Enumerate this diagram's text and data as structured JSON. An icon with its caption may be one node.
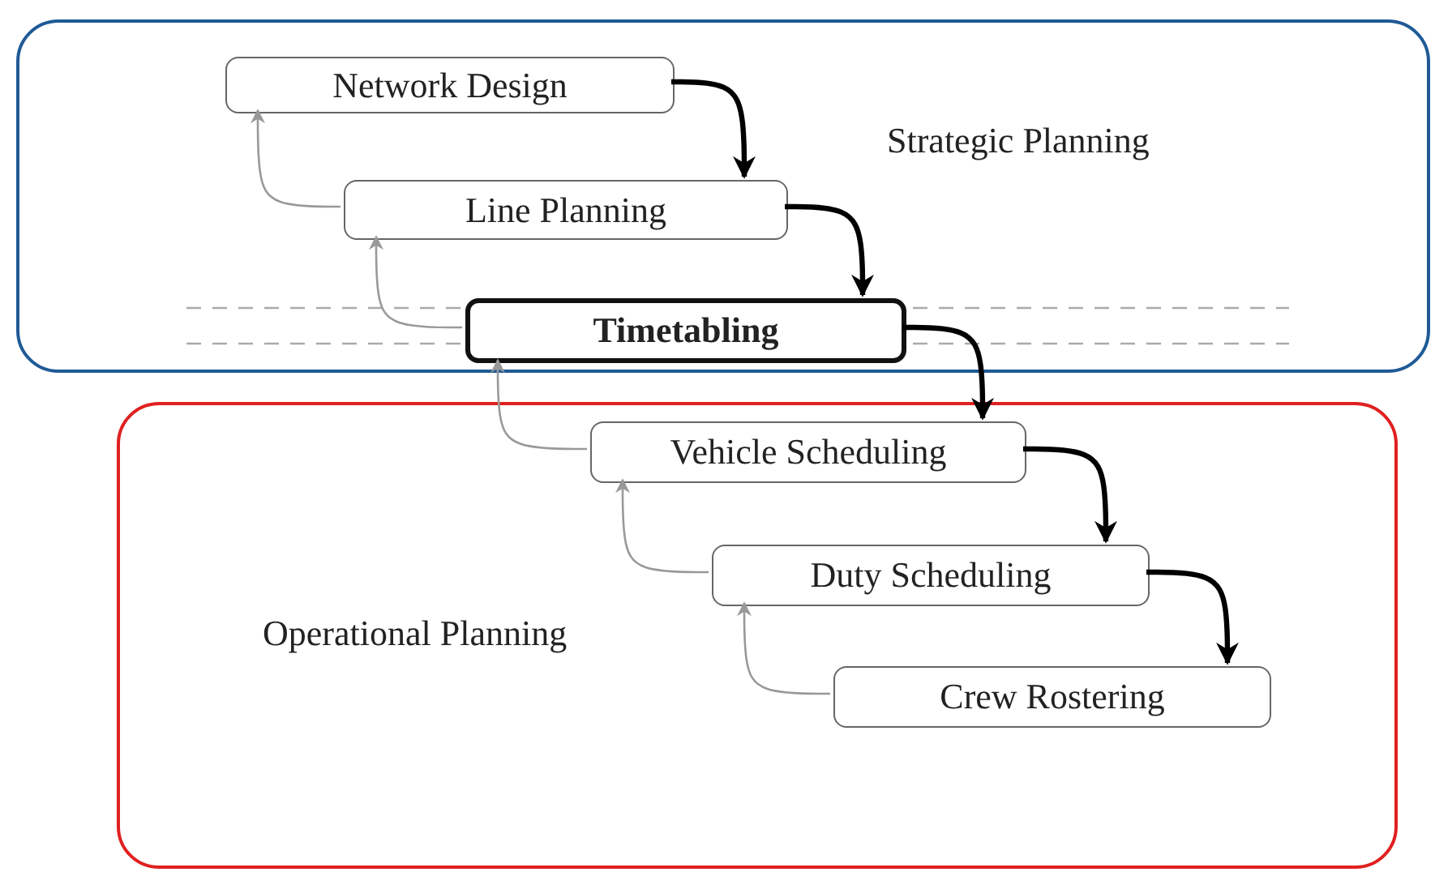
{
  "diagram": {
    "nodes": [
      {
        "text": [
          "Strategic Planning"
        ]
      },
      {
        "text": [
          "Network Design"
        ],
        "in": 0
      },
      {
        "text": [
          "Line Planning"
        ],
        "in": 0
      },
      {
        "text": [
          "Timetabling"
        ],
        "in": 0
      },
      {
        "text": [
          "Operational Planning"
        ]
      },
      {
        "text": [
          "Vehicle Scheduling"
        ],
        "in": 4
      },
      {
        "text": [
          "Duty Scheduling"
        ],
        "in": 4
      },
      {
        "text": [
          "Crew Rostering"
        ],
        "in": 4
      }
    ],
    "edges": [
      {
        "from": 1,
        "to": 2,
        "arrow": "to",
        "style": "thick"
      },
      {
        "from": 2,
        "to": 3,
        "arrow": "to",
        "style": "thick"
      },
      {
        "from": 3,
        "to": 5,
        "arrow": "to",
        "style": "thick"
      },
      {
        "from": 5,
        "to": 6,
        "arrow": "to",
        "style": "thick"
      },
      {
        "from": 6,
        "to": 7,
        "arrow": "to",
        "style": "thick"
      },
      {
        "from": 2,
        "to": 1,
        "arrow": "to",
        "color": "#999999"
      },
      {
        "from": 3,
        "to": 2,
        "arrow": "to",
        "color": "#999999"
      },
      {
        "from": 5,
        "to": 3,
        "arrow": "to",
        "color": "#999999"
      },
      {
        "from": 6,
        "to": 5,
        "arrow": "to",
        "color": "#999999"
      },
      {
        "from": 7,
        "to": 6,
        "arrow": "to",
        "color": "#999999"
      }
    ]
  }
}
